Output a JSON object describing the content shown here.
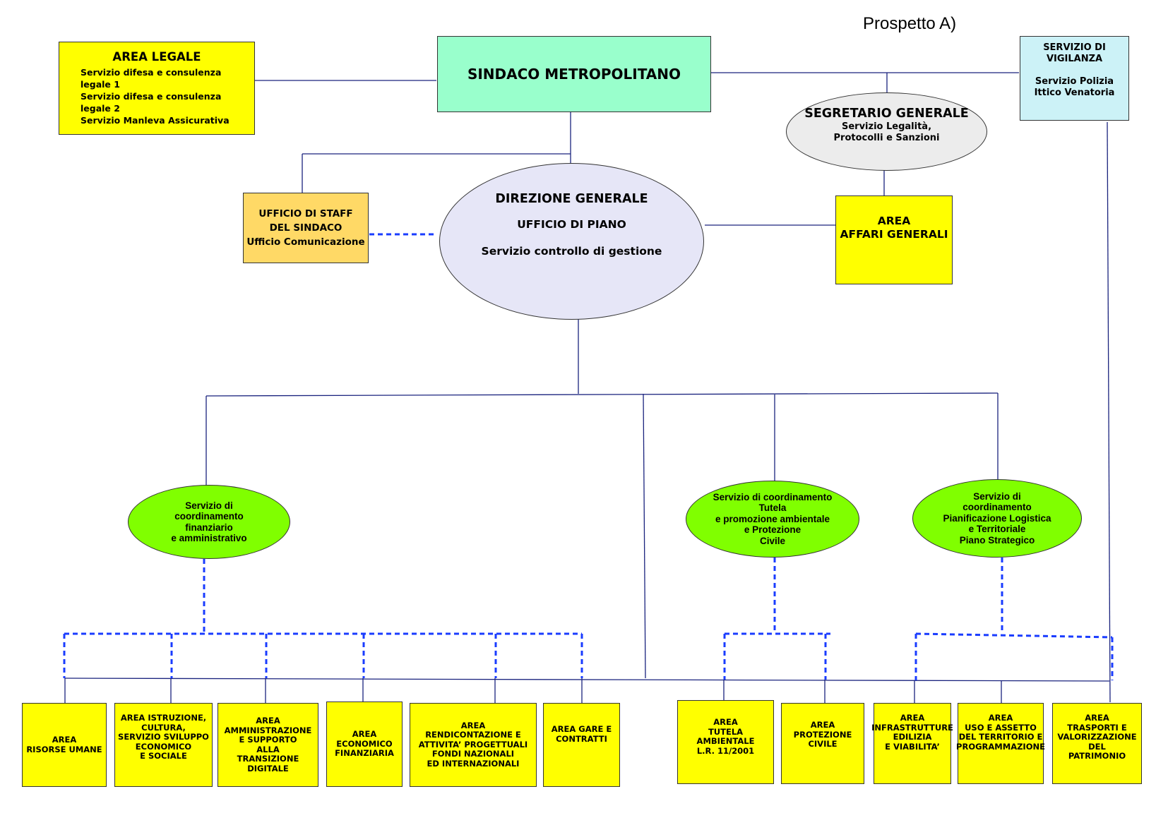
{
  "title": "Prospetto A)",
  "sindaco": "SINDACO METROPOLITANO",
  "area_legale": {
    "title": "AREA LEGALE",
    "lines": [
      "Servizio difesa e consulenza legale 1",
      "Servizio difesa e consulenza legale 2",
      "Servizio Manleva Assicurativa"
    ]
  },
  "vigilanza": {
    "lines": [
      "SERVIZIO DI",
      "VIGILANZA",
      "",
      "Servizio Polizia",
      "Ittico Venatoria"
    ]
  },
  "segretario": {
    "title": "SEGRETARIO GENERALE",
    "lines": [
      "Servizio Legalità,",
      "Protocolli e Sanzioni"
    ]
  },
  "staff": {
    "lines": [
      "UFFICIO DI STAFF",
      "DEL SINDACO",
      "Ufficio Comunicazione"
    ]
  },
  "direzione": {
    "title": "DIREZIONE GENERALE",
    "lines": [
      "UFFICIO DI PIANO",
      "Servizio controllo di gestione"
    ]
  },
  "affari_generali": {
    "lines": [
      "AREA",
      "AFFARI GENERALI"
    ]
  },
  "coordinamenti": [
    {
      "lines": [
        "Servizio di",
        "coordinamento",
        "finanziario",
        "e amministrativo"
      ]
    },
    {
      "lines": [
        "Servizio di coordinamento",
        "Tutela",
        "e promozione ambientale",
        "e Protezione",
        "Civile"
      ]
    },
    {
      "lines": [
        "Servizio di",
        "coordinamento",
        "Pianificazione Logistica",
        "e Territoriale",
        "Piano Strategico"
      ]
    }
  ],
  "aree": [
    {
      "lines": [
        "AREA",
        "RISORSE UMANE"
      ]
    },
    {
      "lines": [
        "AREA ISTRUZIONE,",
        "CULTURA,",
        "SERVIZIO SVILUPPO",
        "ECONOMICO",
        "E SOCIALE"
      ]
    },
    {
      "lines": [
        "AREA",
        "AMMINISTRAZIONE",
        "E SUPPORTO",
        "ALLA",
        "TRANSIZIONE DIGITALE"
      ]
    },
    {
      "lines": [
        "AREA",
        "ECONOMICO",
        "FINANZIARIA"
      ]
    },
    {
      "lines": [
        "AREA",
        "RENDICONTAZIONE E",
        "ATTIVITA’ PROGETTUALI",
        "FONDI NAZIONALI",
        "ED INTERNAZIONALI"
      ]
    },
    {
      "lines": [
        "AREA GARE E",
        "CONTRATTI"
      ]
    },
    {
      "lines": [
        "AREA",
        "TUTELA AMBIENTALE",
        "L.R. 11/2001"
      ]
    },
    {
      "lines": [
        "AREA",
        "PROTEZIONE CIVILE"
      ]
    },
    {
      "lines": [
        "AREA",
        "INFRASTRUTTURE",
        "EDILIZIA",
        "E VIABILITA’"
      ]
    },
    {
      "lines": [
        "AREA",
        "USO E ASSETTO",
        "DEL TERRITORIO E",
        "PROGRAMMAZIONE"
      ]
    },
    {
      "lines": [
        "AREA",
        "TRASPORTI E",
        "VALORIZZAZIONE",
        "DEL",
        "PATRIMONIO"
      ]
    }
  ]
}
